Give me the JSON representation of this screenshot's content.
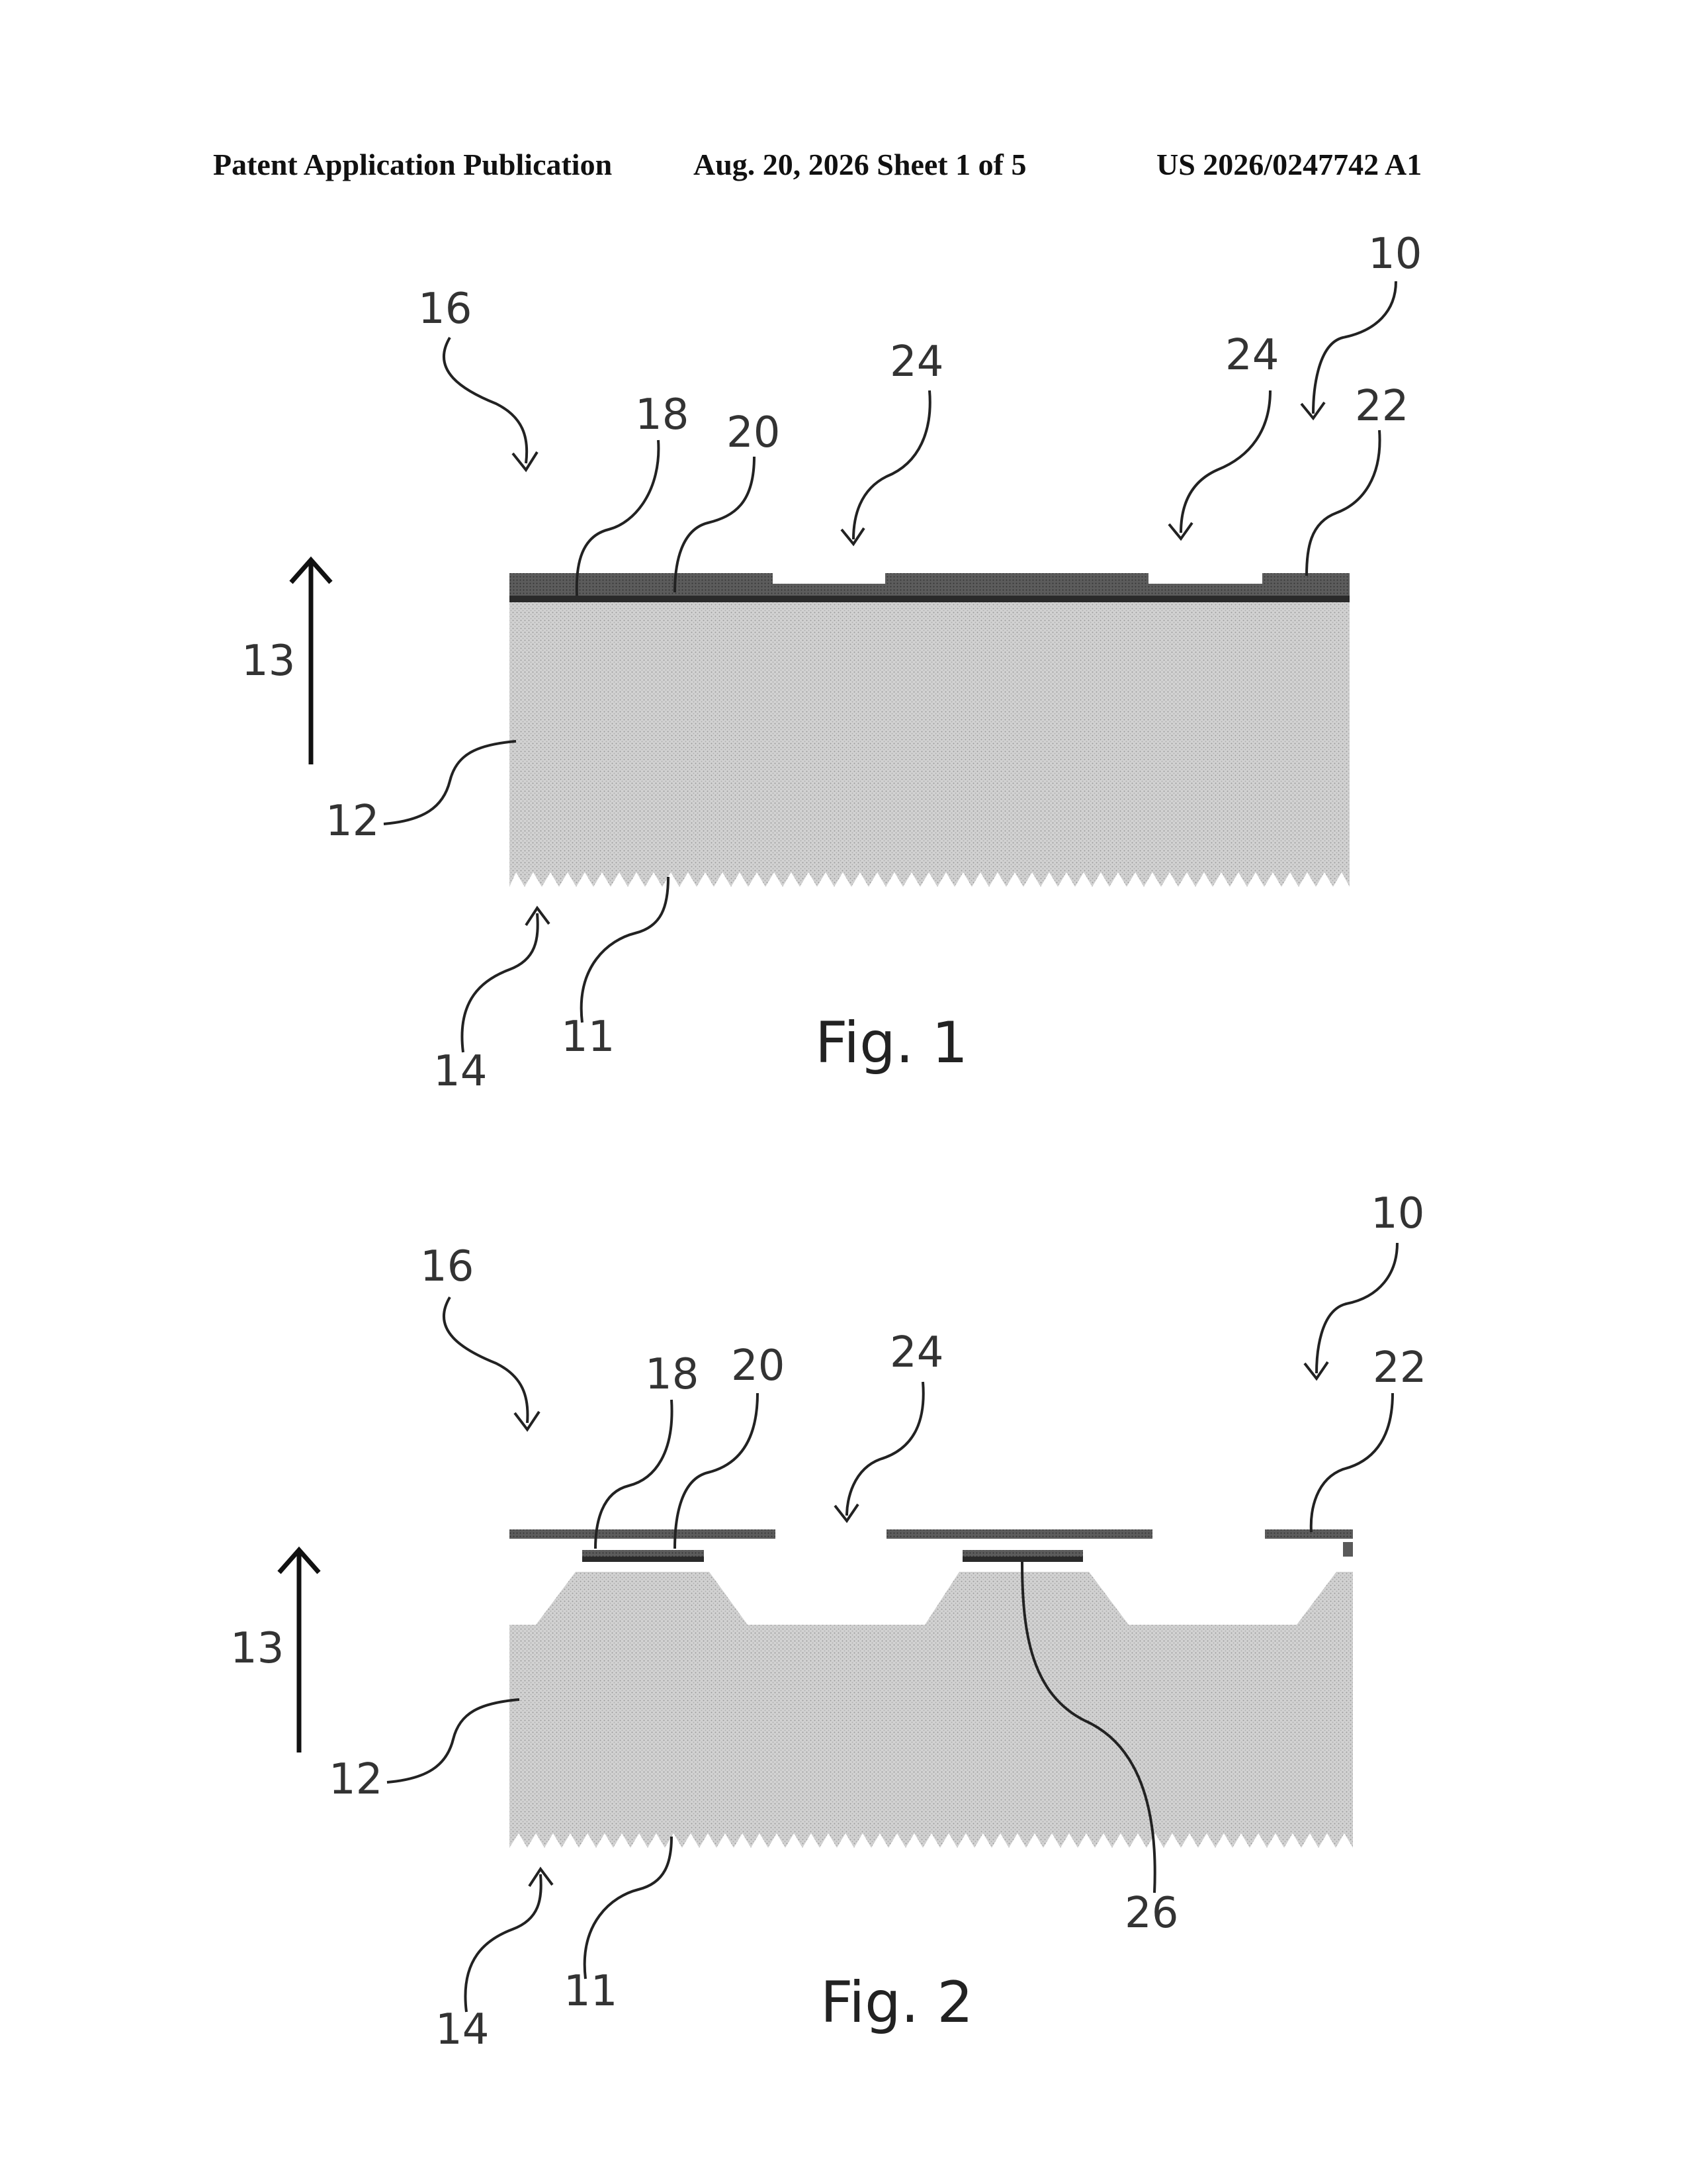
{
  "header": {
    "left": "Patent Application Publication",
    "middle": "Aug. 20, 2026  Sheet 1 of 5",
    "right": "US 2026/0247742 A1"
  },
  "figures": [
    {
      "caption": "Fig. 1",
      "labels": {
        "r10": "10",
        "r11": "11",
        "r12": "12",
        "r13": "13",
        "r14": "14",
        "r16": "16",
        "r18": "18",
        "r20": "20",
        "r22": "22",
        "r24a": "24",
        "r24b": "24"
      }
    },
    {
      "caption": "Fig. 2",
      "labels": {
        "r10": "10",
        "r11": "11",
        "r12": "12",
        "r13": "13",
        "r14": "14",
        "r16": "16",
        "r18": "18",
        "r20": "20",
        "r22": "22",
        "r24": "24",
        "r26": "26"
      }
    }
  ],
  "colors": {
    "substrate": "#cfcfcf",
    "layer_dark": "#5a5a5a",
    "layer_thin": "#2a2a2a",
    "opening": "#8a8a8a"
  }
}
